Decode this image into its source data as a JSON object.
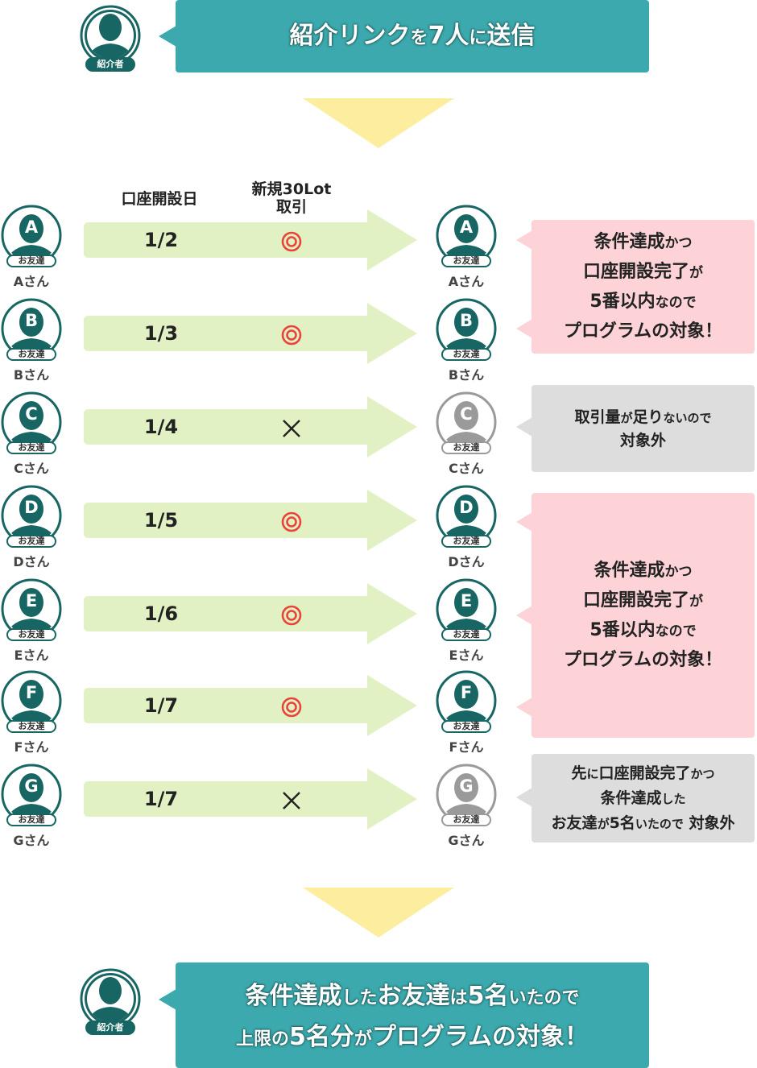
{
  "intro_banner": {
    "line": [
      "紹介リンク",
      "を",
      "7人",
      "に",
      "送信"
    ],
    "avatar_tag": "紹介者"
  },
  "table_headers": {
    "open_date": "口座開設日",
    "trade_line1": "新規30Lot",
    "trade_line2": "取引"
  },
  "friend_tag": "お友達",
  "rows": [
    {
      "letter": "A",
      "name": "Aさん",
      "date": "1/2",
      "mark": "double-circle",
      "status": "eligible"
    },
    {
      "letter": "B",
      "name": "Bさん",
      "date": "1/3",
      "mark": "double-circle",
      "status": "eligible"
    },
    {
      "letter": "C",
      "name": "Cさん",
      "date": "1/4",
      "mark": "cross",
      "status": "excluded"
    },
    {
      "letter": "D",
      "name": "Dさん",
      "date": "1/5",
      "mark": "double-circle",
      "status": "eligible"
    },
    {
      "letter": "E",
      "name": "Eさん",
      "date": "1/6",
      "mark": "double-circle",
      "status": "eligible"
    },
    {
      "letter": "F",
      "name": "Fさん",
      "date": "1/7",
      "mark": "double-circle",
      "status": "eligible"
    },
    {
      "letter": "G",
      "name": "Gさん",
      "date": "1/7",
      "mark": "cross",
      "status": "excluded"
    }
  ],
  "callouts": {
    "eligible_top": {
      "l1": [
        "条件達成",
        "かつ"
      ],
      "l2": [
        "口座開設完了",
        "が"
      ],
      "l3": [
        "5番以内",
        "なので"
      ],
      "l4": "プログラムの対象！"
    },
    "excluded_c": {
      "l1": [
        "取引量",
        "が",
        "足り",
        "ないので"
      ],
      "l2": "対象外"
    },
    "eligible_mid": {
      "l1": [
        "条件達成",
        "かつ"
      ],
      "l2": [
        "口座開設完了",
        "が"
      ],
      "l3": [
        "5番以内",
        "なので"
      ],
      "l4": "プログラムの対象！"
    },
    "excluded_g": {
      "l1": [
        "先",
        "に",
        "口座開設完了",
        "かつ"
      ],
      "l2": [
        "条件達成",
        "した"
      ],
      "l3": [
        "お友達",
        "が",
        "5名",
        "いたので",
        " 対象外"
      ]
    }
  },
  "result_banner": {
    "line1": [
      "条件達成",
      "した",
      "お友達",
      "は",
      "5名",
      "いたので"
    ],
    "line2": [
      "上限",
      "の",
      "5名分",
      "が",
      "プログラムの対象！"
    ],
    "avatar_tag": "紹介者"
  },
  "colors": {
    "teal": "#3ba9ad",
    "dark_teal": "#176663",
    "arrow_green": "#e2f1c4",
    "down_arrow_yellow": "#fcee9e",
    "pink": "#fdd3d7",
    "gray_box": "#dddddd",
    "gray_avatar": "#9a9a9a",
    "mark_red": "#e8443a"
  }
}
